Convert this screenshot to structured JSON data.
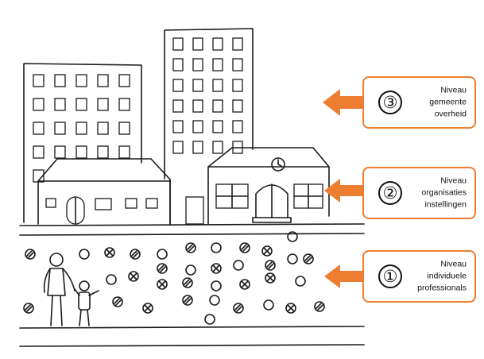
{
  "colors": {
    "accent": "#ed7d31",
    "ink": "#1a1a1a",
    "background": "#ffffff"
  },
  "levels": [
    {
      "number": "③",
      "line1": "Niveau",
      "line2": "gemeente",
      "line3": "overheid",
      "icon": "left-arrow-icon"
    },
    {
      "number": "②",
      "line1": "Niveau",
      "line2": "organisaties",
      "line3": "instellingen",
      "icon": "left-arrow-icon"
    },
    {
      "number": "①",
      "line1": "Niveau",
      "line2": "individuele",
      "line3": "professionals",
      "icon": "left-arrow-icon"
    }
  ]
}
